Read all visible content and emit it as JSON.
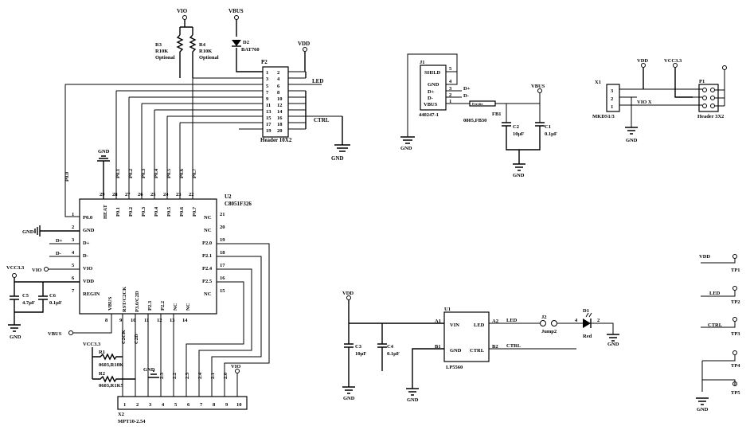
{
  "p2": {
    "ref": "P2",
    "name": "Header 10X2",
    "left_pins": [
      "1",
      "3",
      "5",
      "7",
      "9",
      "11",
      "13",
      "15",
      "17",
      "19"
    ],
    "right_pins": [
      "2",
      "4",
      "6",
      "8",
      "10",
      "12",
      "14",
      "16",
      "18",
      "20"
    ],
    "led": "LED",
    "ctrl": "CTRL"
  },
  "vio": "VIO",
  "vbus": "VBUS",
  "vdd": "VDD",
  "gnd": "GND",
  "vcc33": "VCC3.3",
  "r3": {
    "ref": "R3",
    "val": "R10K",
    "note": "Optional"
  },
  "r4": {
    "ref": "R4",
    "val": "R10K",
    "note": "Optional"
  },
  "d2": {
    "ref": "D2",
    "val": "BAT760"
  },
  "u2": {
    "ref": "U2",
    "part": "C8051F326",
    "top_pins": [
      {
        "num": "29",
        "name": "HEAT"
      },
      {
        "num": "28",
        "name": "P0.1"
      },
      {
        "num": "27",
        "name": "P0.2"
      },
      {
        "num": "26",
        "name": "P0.3"
      },
      {
        "num": "25",
        "name": "P0.4"
      },
      {
        "num": "24",
        "name": "P0.5"
      },
      {
        "num": "23",
        "name": "P0.6"
      },
      {
        "num": "22",
        "name": "P0.7"
      }
    ],
    "left_pins": [
      {
        "num": "1",
        "name": "P0.0"
      },
      {
        "num": "2",
        "name": "GND"
      },
      {
        "num": "3",
        "name": "D+"
      },
      {
        "num": "4",
        "name": "D-"
      },
      {
        "num": "5",
        "name": "VIO"
      },
      {
        "num": "6",
        "name": "VDD"
      },
      {
        "num": "7",
        "name": "REGIN"
      }
    ],
    "right_pins": [
      {
        "num": "21",
        "name": "NC"
      },
      {
        "num": "20",
        "name": "NC"
      },
      {
        "num": "19",
        "name": "P2.0"
      },
      {
        "num": "18",
        "name": "P2.1"
      },
      {
        "num": "17",
        "name": "P2.4"
      },
      {
        "num": "16",
        "name": "P2.5"
      },
      {
        "num": "15",
        "name": "NC"
      }
    ],
    "bottom_pins": [
      {
        "num": "8",
        "name": "VBUS"
      },
      {
        "num": "9",
        "name": "RST/C2CK"
      },
      {
        "num": "10",
        "name": "P3.0/C2D"
      },
      {
        "num": "11",
        "name": "P2.3"
      },
      {
        "num": "12",
        "name": "P2.2"
      },
      {
        "num": "13",
        "name": "NC"
      },
      {
        "num": "14",
        "name": "NC"
      }
    ]
  },
  "wire_labels": {
    "p00": "P0.0",
    "p01": "P0.1",
    "p02": "P0.2",
    "p03": "P0.3",
    "p04": "P0.4",
    "p05": "P0.5",
    "p06": "P0.6",
    "p07": "P0.7",
    "dplus": "D+",
    "dminus": "D-",
    "vio_left": "VIO",
    "c2ck": "C2CK",
    "c2d": "C2D",
    "b23": "2.3",
    "b22": "2.2",
    "b25": "2.5",
    "b24": "2.4",
    "b21": "2.1",
    "b20": "2.0"
  },
  "c5": {
    "ref": "C5",
    "val": "4.7µF"
  },
  "c6": {
    "ref": "C6",
    "val": "0.1µF"
  },
  "r1": {
    "ref": "R1",
    "val": "0603,R10K"
  },
  "r2": {
    "ref": "R2",
    "val": "0603,R1K5"
  },
  "x2": {
    "ref": "X2",
    "name": "MPT10-2.54",
    "pins": [
      "1",
      "2",
      "3",
      "4",
      "5",
      "6",
      "7",
      "8",
      "9",
      "10"
    ]
  },
  "j1": {
    "ref": "J1",
    "name": "440247-1",
    "pins": [
      {
        "num": "5",
        "name": "SHILD"
      },
      {
        "num": "4",
        "name": "GND"
      },
      {
        "num": "3",
        "name": "D+"
      },
      {
        "num": "2",
        "name": "D-"
      },
      {
        "num": "1",
        "name": "VBUS"
      }
    ],
    "dplus": "D+",
    "dminus": "D-"
  },
  "fb1": {
    "ref": "FB1",
    "name": "0805,FB30",
    "body": "Ferrite"
  },
  "c1": {
    "ref": "C1",
    "val": "0.1µF"
  },
  "c2": {
    "ref": "C2",
    "val": "10µF"
  },
  "x1": {
    "ref": "X1",
    "name": "MKDS1/3",
    "pins": [
      "3",
      "2",
      "1"
    ],
    "vio_x": "VIO  X"
  },
  "p1": {
    "ref": "P1",
    "name": "Header 3X2"
  },
  "tps": [
    {
      "ref": "TP1",
      "net": "VDD"
    },
    {
      "ref": "TP2",
      "net": "LED"
    },
    {
      "ref": "TP3",
      "net": "CTRL"
    },
    {
      "ref": "TP4",
      "net": ""
    },
    {
      "ref": "TP5",
      "net": ""
    }
  ],
  "u1": {
    "ref": "U1",
    "part": "LP5560",
    "pins": {
      "a1": "A1",
      "a2": "A2",
      "b1": "B1",
      "b2": "B2"
    },
    "names": {
      "vin": "VIN",
      "led": "LED",
      "gnd": "GND",
      "ctrl": "CTRL"
    },
    "led_net": "LED",
    "ctrl_net": "CTRL"
  },
  "c3": {
    "ref": "C3",
    "val": "10µF"
  },
  "c4": {
    "ref": "C4",
    "val": "0.1µF"
  },
  "j2": {
    "ref": "J2",
    "name": "Jump2"
  },
  "d1": {
    "ref": "D1",
    "val": "Red",
    "pin_a": "4",
    "pin_k": "2"
  }
}
